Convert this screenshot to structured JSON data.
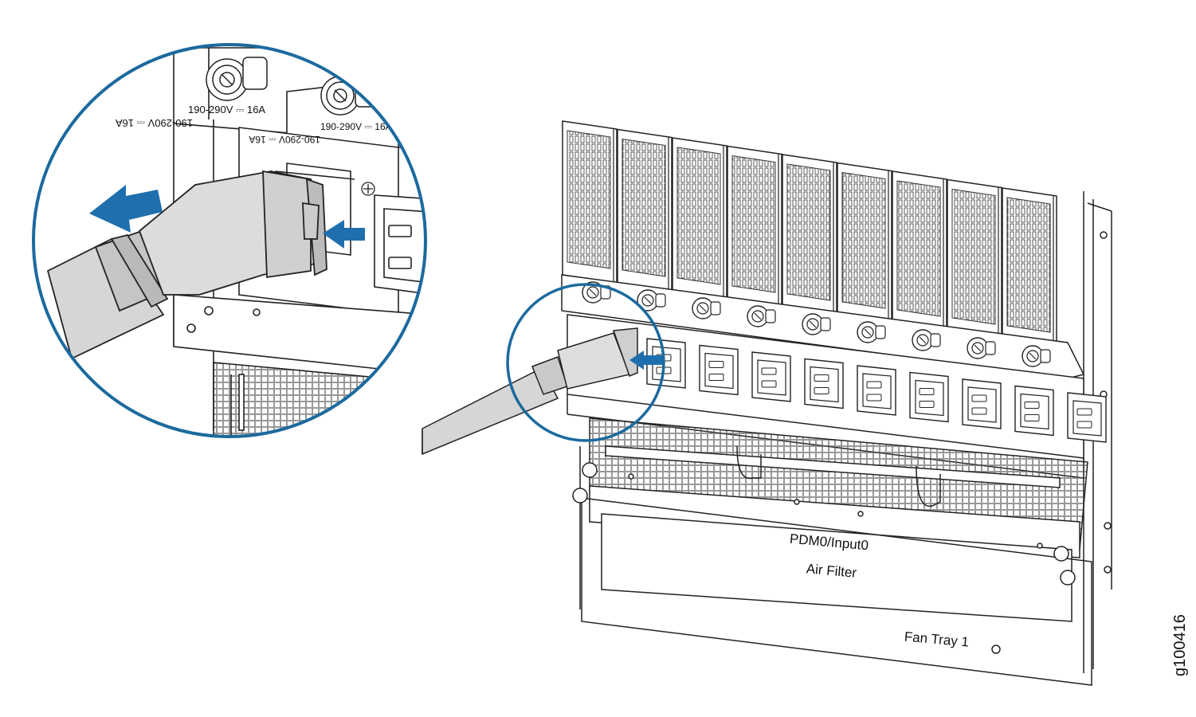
{
  "figure_id": "g100416",
  "labels": {
    "pdm": "PDM0/Input0",
    "air_filter": "Air Filter",
    "fan_tray": "Fan Tray 1"
  },
  "psu_ratings": {
    "line1": "190-290V ⎓ 16A",
    "line2": "190-290V ⎓ 16A"
  },
  "psu_count": 9,
  "colors": {
    "arrow": "#1f6fae",
    "callout_ring": "#1c6a9e",
    "line": "#222222",
    "cable_fill": "#d9d9d9",
    "cable_dark": "#bdbdbd",
    "panel_fill": "#ffffff"
  },
  "icons": [
    "unplug-arrow-icon",
    "release-latch-arrow-icon",
    "thumbscrew-icon",
    "ground-icon"
  ]
}
